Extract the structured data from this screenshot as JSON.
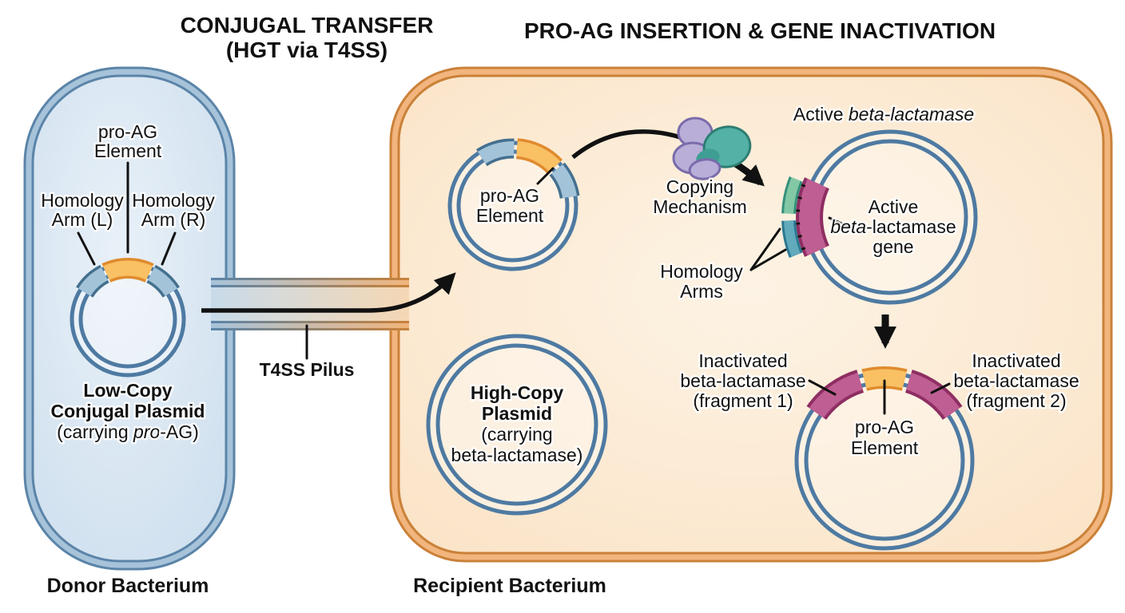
{
  "titles": {
    "left1": "CONJUGAL TRANSFER",
    "left2": "(HGT via T4SS)",
    "right": "PRO-AG INSERTION & GENE INACTIVATION"
  },
  "donor": {
    "name": "Donor Bacterium",
    "pro_ag": {
      "l1": "pro-AG",
      "l2": "Element"
    },
    "hom_l": {
      "l1": "Homology",
      "l2": "Arm (L)"
    },
    "hom_r": {
      "l1": "Homology",
      "l2": "Arm (R)"
    },
    "plasmid": {
      "l1": "Low-Copy",
      "l2": "Conjugal Plasmid",
      "l3a": "(carrying ",
      "l3b": "pro",
      "l3c": "-AG)"
    }
  },
  "pilus": {
    "label": "T4SS Pilus"
  },
  "recipient": {
    "name": "Recipient Bacterium",
    "p1": {
      "l1": "pro-AG",
      "l2": "Element"
    },
    "high": {
      "l1": "High-Copy",
      "l2": "Plasmid",
      "l3": "(carrying",
      "l4": "beta-lactamase)"
    },
    "copying": {
      "l1": "Copying",
      "l2": "Mechanism"
    },
    "hom_arms": {
      "l1": "Homology",
      "l2": "Arms"
    },
    "active_title": {
      "a": "Active ",
      "b": "beta-lactamase"
    },
    "active_gene": {
      "l1": "Active",
      "l2a": "beta",
      "l2b": "-lactamase",
      "l3": "gene"
    },
    "frag1": {
      "l1": "Inactivated",
      "l2": "beta-lactamase",
      "l3": "(fragment 1)"
    },
    "frag2": {
      "l1": "Inactivated",
      "l2": "beta-lactamase",
      "l3": "(fragment 2)"
    },
    "pro_ag2": {
      "l1": "pro-AG",
      "l2": "Element"
    }
  },
  "palette": {
    "background": "#ffffff",
    "donor_fill": "#cfe0ee",
    "donor_membrane": "#5b84a8",
    "donor_membrane_light": "#a6c3da",
    "recipient_fill": "#fae3c6",
    "recipient_membrane": "#ca8138",
    "recipient_membrane_light": "#f2b57e",
    "plasmid_ring": "#4e7aa2",
    "pro_ag_fill": "#f9c064",
    "pro_ag_stroke": "#e08b2d",
    "homology_arm_fill": "#a3c3d9",
    "beta_lactamase_fill": "#bf5e92",
    "beta_lactamase_stroke": "#8e2e62",
    "homology_pair_teal": "#83c8a5",
    "homology_pair_blue": "#62abbd",
    "copying_purple": "#b9aed8",
    "copying_teal": "#53b1a6",
    "arrow": "#111111",
    "text": "#111111"
  }
}
